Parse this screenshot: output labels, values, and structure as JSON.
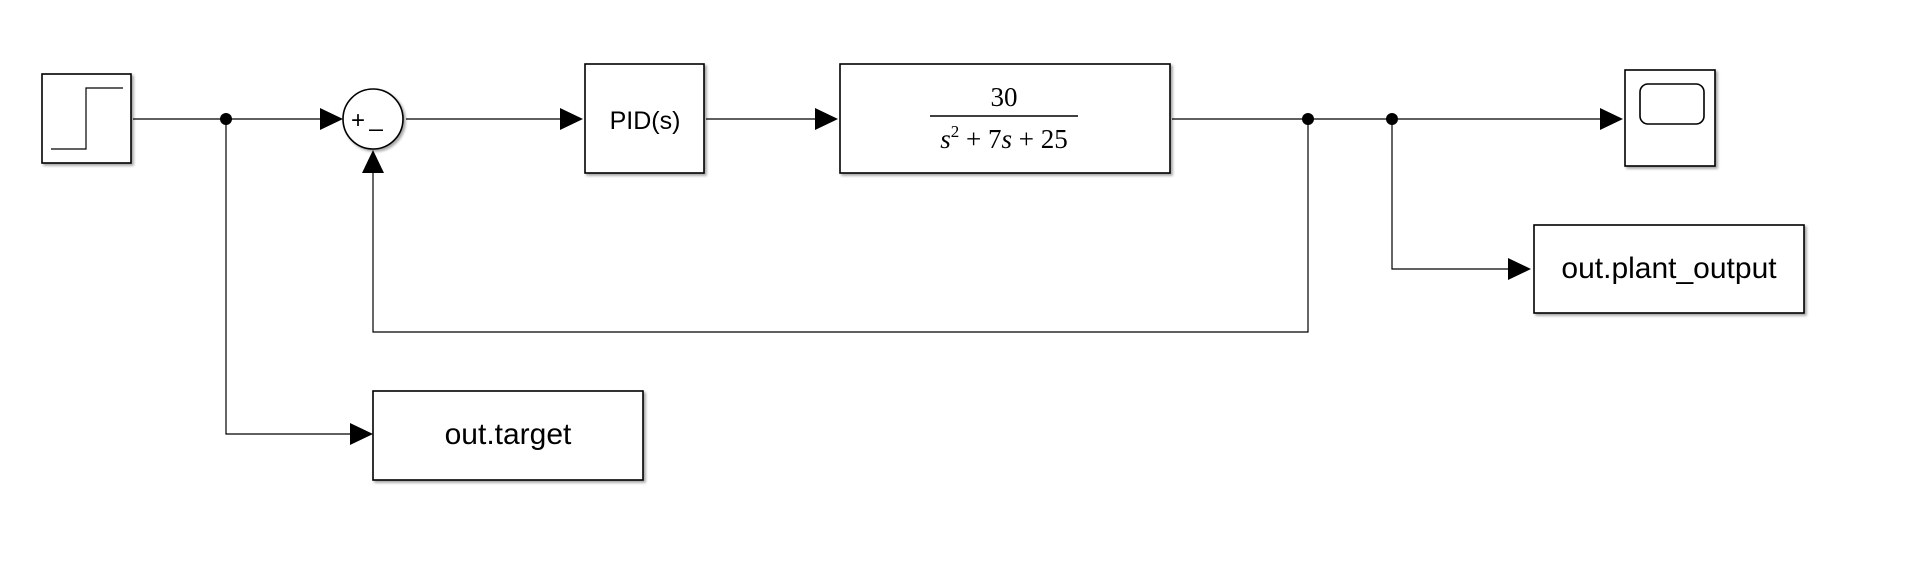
{
  "blocks": {
    "step": {
      "icon": "step-signal-icon"
    },
    "sum": {
      "plus": "+",
      "minus": "_"
    },
    "pid": {
      "label": "PID(s)"
    },
    "plant": {
      "numerator": "30",
      "den_s": "s",
      "den_s_exp": "2",
      "den_rest_a": " + 7",
      "den_s2": "s",
      "den_rest_b": " + 25"
    },
    "scope": {
      "icon": "scope-display-icon"
    },
    "plant_output_sink": {
      "label": "out.plant_output"
    },
    "target_sink": {
      "label": "out.target"
    }
  },
  "colors": {
    "stroke": "#000000",
    "background": "#ffffff",
    "block_fill": "#ffffff"
  }
}
